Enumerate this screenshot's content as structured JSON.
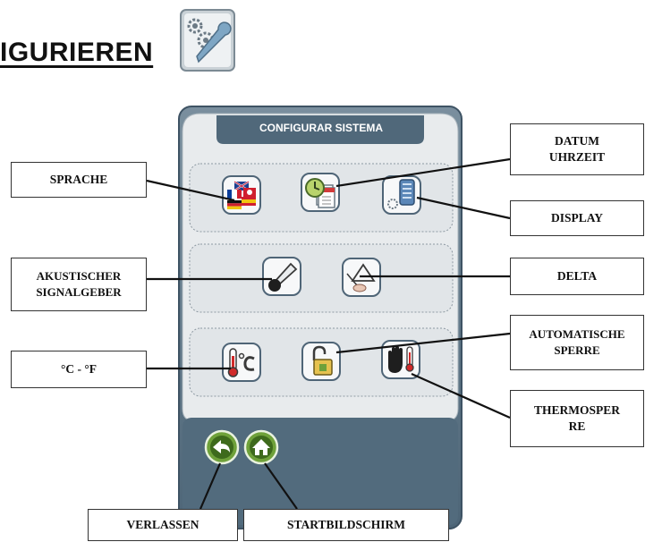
{
  "title": "IGURIEREN",
  "icons": {
    "config": "gears-wrench-icon"
  },
  "device": {
    "header": "CONFIGURAR SISTEMA",
    "colors": {
      "frame": "#5a7284",
      "panel": "#e7eaec",
      "header": "#50687a",
      "bottom": "#526b7d",
      "button_ring": "#6fa13a"
    }
  },
  "labels": {
    "sprache": "SPRACHE",
    "datum_uhrzeit": "DATUM\nUHRZEIT",
    "display": "DISPLAY",
    "akustischer": "AKUSTISCHER\nSIGNALGEBER",
    "delta": "DELTA",
    "automatische_sperre": "AUTOMATISCHE\nSPERRE",
    "celsius_fahrenheit": "°C - °F",
    "thermosperre": "THERMOSPER\nRE",
    "verlassen": "VERLASSEN",
    "startbildschirm": "STARTBILDSCHIRM"
  },
  "buttons": {
    "sprache": "flags-icon",
    "datum_uhrzeit": "clock-calendar-icon",
    "display": "display-settings-icon",
    "akustischer": "horn-icon",
    "delta": "delta-icon",
    "celsius_fahrenheit": "thermometer-celsius-icon",
    "automatische_sperre": "padlock-open-icon",
    "thermosperre": "hand-thermometer-icon",
    "verlassen": "back-arrow-icon",
    "startbildschirm": "home-icon"
  }
}
